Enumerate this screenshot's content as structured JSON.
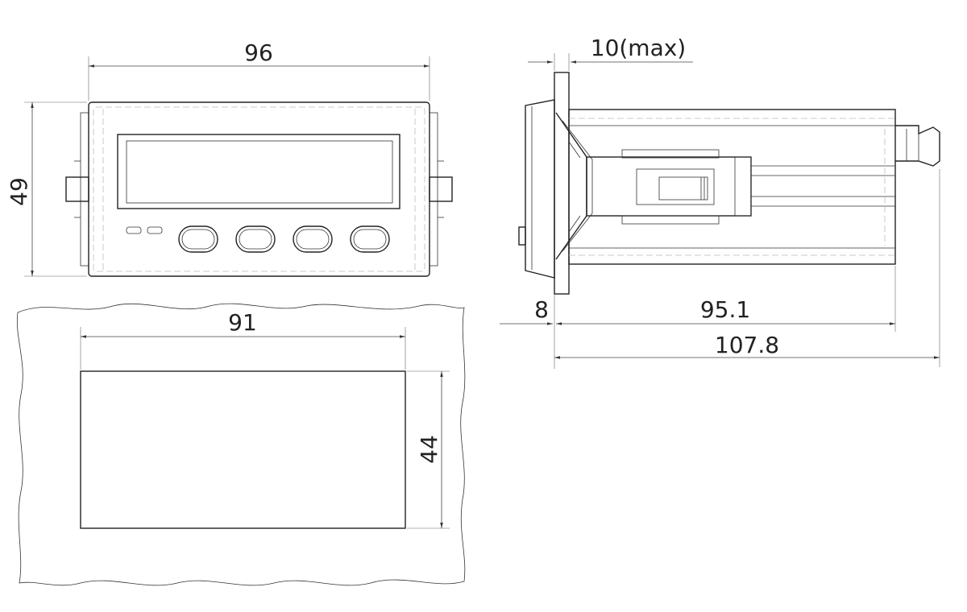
{
  "dimensions": {
    "front_width": "96",
    "front_height": "49",
    "bezel_depth": "10(max)",
    "panel_thickness": "8",
    "body_length": "95.1",
    "total_length": "107.8",
    "cutout_width": "91",
    "cutout_height": "44"
  }
}
